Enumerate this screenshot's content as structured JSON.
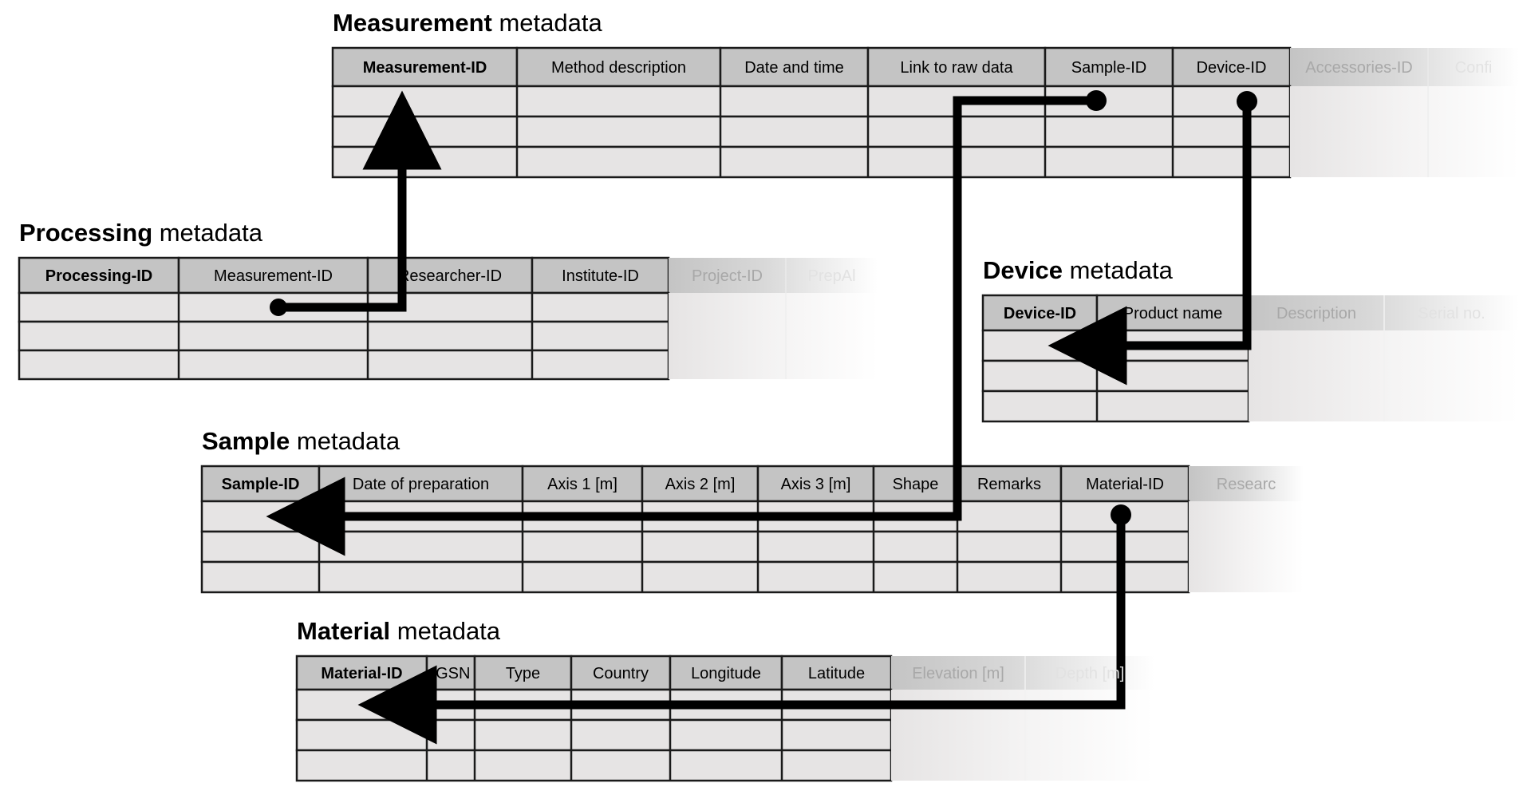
{
  "figure": {
    "kind": "entity-relationship-diagram",
    "background": "#ffffff",
    "header_fill": "#c4c4c4",
    "row_fill": "#e6e4e4",
    "grid_line": "#1a1a1a",
    "connector_color": "#000000",
    "faded_text_color": "#a8a8a8"
  },
  "tables": [
    {
      "id": "measurement",
      "title_strong": "Measurement",
      "title_light": " metadata",
      "columns": [
        {
          "label": "Measurement-ID",
          "bold": true,
          "fade": "none"
        },
        {
          "label": "Method description",
          "bold": false,
          "fade": "none"
        },
        {
          "label": "Date and time",
          "bold": false,
          "fade": "none"
        },
        {
          "label": "Link to raw data",
          "bold": false,
          "fade": "none"
        },
        {
          "label": "Sample-ID",
          "bold": false,
          "fade": "none"
        },
        {
          "label": "Device-ID",
          "bold": false,
          "fade": "none"
        },
        {
          "label": "Accessories-ID",
          "bold": false,
          "fade": "partial"
        },
        {
          "label": "Confi",
          "bold": false,
          "fade": "heavy"
        }
      ],
      "body_rows": 3
    },
    {
      "id": "processing",
      "title_strong": "Processing",
      "title_light": " metadata",
      "columns": [
        {
          "label": "Processing-ID",
          "bold": true,
          "fade": "none"
        },
        {
          "label": "Measurement-ID",
          "bold": false,
          "fade": "none"
        },
        {
          "label": "Researcher-ID",
          "bold": false,
          "fade": "none"
        },
        {
          "label": "Institute-ID",
          "bold": false,
          "fade": "none"
        },
        {
          "label": "Project-ID",
          "bold": false,
          "fade": "partial"
        },
        {
          "label": "PrepAl",
          "bold": false,
          "fade": "heavy"
        }
      ],
      "body_rows": 3
    },
    {
      "id": "device",
      "title_strong": "Device",
      "title_light": " metadata",
      "columns": [
        {
          "label": "Device-ID",
          "bold": true,
          "fade": "none"
        },
        {
          "label": "Product name",
          "bold": false,
          "fade": "none"
        },
        {
          "label": "Description",
          "bold": false,
          "fade": "partial"
        },
        {
          "label": "Serial no.",
          "bold": false,
          "fade": "heavy"
        }
      ],
      "body_rows": 3
    },
    {
      "id": "sample",
      "title_strong": "Sample",
      "title_light": " metadata",
      "columns": [
        {
          "label": "Sample-ID",
          "bold": true,
          "fade": "none"
        },
        {
          "label": "Date of preparation",
          "bold": false,
          "fade": "none"
        },
        {
          "label": "Axis 1 [m]",
          "bold": false,
          "fade": "none"
        },
        {
          "label": "Axis 2 [m]",
          "bold": false,
          "fade": "none"
        },
        {
          "label": "Axis 3 [m]",
          "bold": false,
          "fade": "none"
        },
        {
          "label": "Shape",
          "bold": false,
          "fade": "none"
        },
        {
          "label": "Remarks",
          "bold": false,
          "fade": "none"
        },
        {
          "label": "Material-ID",
          "bold": false,
          "fade": "none"
        },
        {
          "label": "Researc",
          "bold": false,
          "fade": "partial"
        }
      ],
      "body_rows": 3
    },
    {
      "id": "material",
      "title_strong": "Material",
      "title_light": " metadata",
      "columns": [
        {
          "label": "Material-ID",
          "bold": true,
          "fade": "none"
        },
        {
          "label": "IGSN",
          "bold": false,
          "fade": "none"
        },
        {
          "label": "Type",
          "bold": false,
          "fade": "none"
        },
        {
          "label": "Country",
          "bold": false,
          "fade": "none"
        },
        {
          "label": "Longitude",
          "bold": false,
          "fade": "none"
        },
        {
          "label": "Latitude",
          "bold": false,
          "fade": "none"
        },
        {
          "label": "Elevation [m]",
          "bold": false,
          "fade": "partial"
        },
        {
          "label": "Depth [m]",
          "bold": false,
          "fade": "heavy"
        }
      ],
      "body_rows": 3
    }
  ],
  "relations": [
    {
      "id": "processing-measurement",
      "from_table": "processing",
      "from_column": "Measurement-ID",
      "to_table": "measurement",
      "to_column": "Measurement-ID",
      "marker_start": "dot",
      "marker_end": "arrow"
    },
    {
      "id": "measurement-sample",
      "from_table": "measurement",
      "from_column": "Sample-ID",
      "to_table": "sample",
      "to_column": "Sample-ID",
      "marker_start": "dot",
      "marker_end": "arrow"
    },
    {
      "id": "measurement-device",
      "from_table": "measurement",
      "from_column": "Device-ID",
      "to_table": "device",
      "to_column": "Device-ID",
      "marker_start": "dot",
      "marker_end": "arrow"
    },
    {
      "id": "sample-material",
      "from_table": "sample",
      "from_column": "Material-ID",
      "to_table": "material",
      "to_column": "Material-ID",
      "marker_start": "dot",
      "marker_end": "arrow"
    }
  ]
}
